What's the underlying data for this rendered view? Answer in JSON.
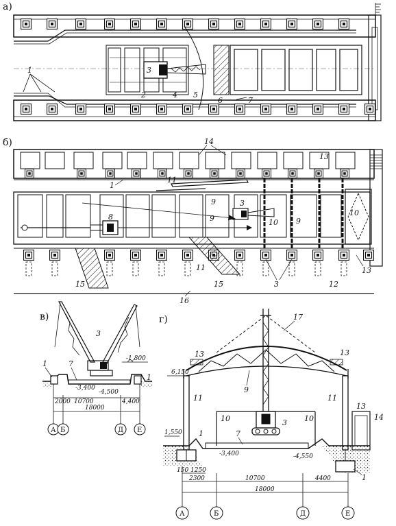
{
  "sections": {
    "a": "а)",
    "b": "б)",
    "v": "в)",
    "g": "г)"
  },
  "plan_a_labels": [
    "1",
    "2",
    "3",
    "4",
    "5",
    "6",
    "7"
  ],
  "plan_b_labels": {
    "l14": "14",
    "l13a": "13",
    "l11a": "11",
    "l1": "1",
    "l9a": "9",
    "l9b": "9",
    "l9c": "9",
    "l3a": "3",
    "l8": "8",
    "l10a": "10",
    "l10b": "10",
    "l11b": "11",
    "l15a": "15",
    "l15b": "15",
    "l16": "16",
    "l3b": "3",
    "l12": "12",
    "l13b": "13"
  },
  "section_v": {
    "labels": {
      "l1a": "1",
      "l7": "7",
      "l3": "3",
      "l1b": "1"
    },
    "elev_top": "-1,800",
    "elev_pit": "-3,400",
    "elev_low": "-4,500",
    "dims": {
      "d2000": "2000",
      "d10700": "10700",
      "d4400": "4,400",
      "d18000": "18000"
    },
    "axes": [
      "А",
      "Б",
      "Д",
      "Е"
    ]
  },
  "section_g": {
    "labels": {
      "l17": "17",
      "l13a": "13",
      "l13b": "13",
      "l13c": "13",
      "l9": "9",
      "l11a": "11",
      "l11b": "11",
      "l10a": "10",
      "l10b": "10",
      "l3": "3",
      "l7": "7",
      "l1a": "1",
      "l1b": "1",
      "l14": "14"
    },
    "elev_top": "6,150",
    "elev_left": "1,550",
    "elev_pit": "-3,400",
    "elev_low": "-4,550",
    "dims": {
      "d150": "150",
      "d1250": "1250",
      "d2300": "2300",
      "d10700": "10700",
      "d4400": "4400",
      "d18000": "18000"
    },
    "axes": [
      "А",
      "Б",
      "Д",
      "Е"
    ]
  }
}
